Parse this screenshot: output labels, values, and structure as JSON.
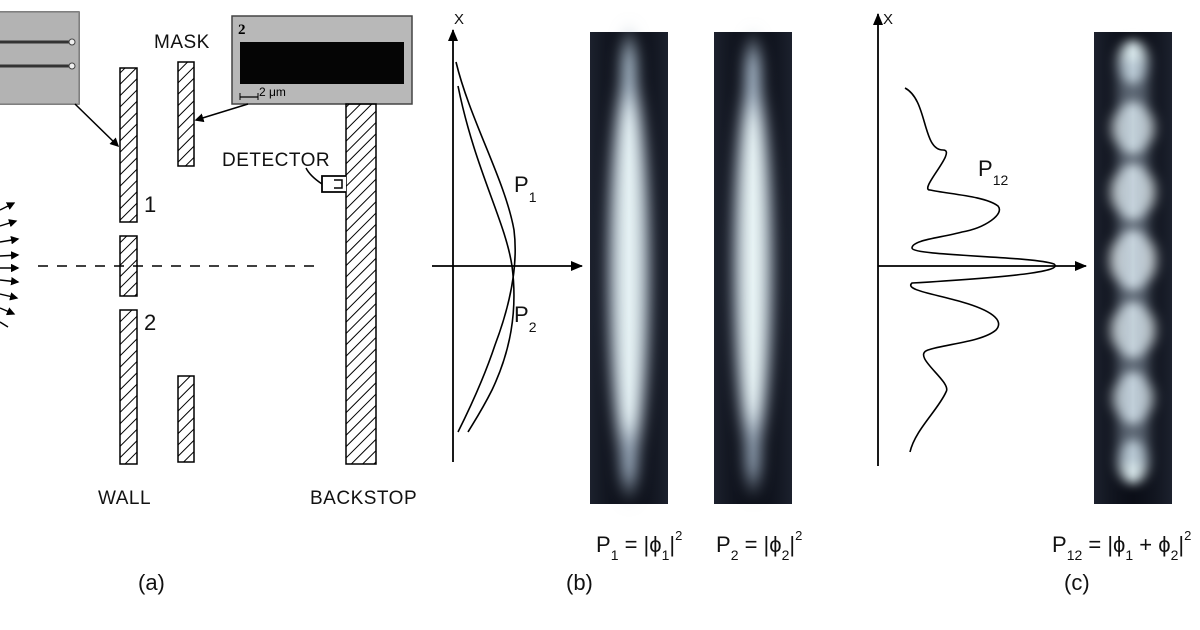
{
  "panel_a": {
    "caption": "(a)",
    "mask_label": "MASK",
    "detector_label": "DETECTOR",
    "wall_label": "WALL",
    "backstop_label": "BACKSTOP",
    "slit_1": "1",
    "slit_2": "2",
    "inset_number": "2",
    "scale_bar": "2 μm"
  },
  "panel_b": {
    "caption": "(b)",
    "axis_label": "X",
    "curve_1_label": "P",
    "curve_1_sub": "1",
    "curve_2_label": "P",
    "curve_2_sub": "2",
    "eq_1": {
      "lhs": "P",
      "lhs_sub": "1",
      "mid": " = |ϕ",
      "mid_sub": "1",
      "end": "|",
      "sup": "2"
    },
    "eq_2": {
      "lhs": "P",
      "lhs_sub": "2",
      "mid": " = |ϕ",
      "mid_sub": "2",
      "end": "|",
      "sup": "2"
    }
  },
  "panel_c": {
    "caption": "(c)",
    "axis_label": "X",
    "curve_label": "P",
    "curve_sub": "12",
    "eq": {
      "lhs": "P",
      "lhs_sub": "12",
      "a": " = |ϕ",
      "a_sub": "1",
      "b": " + ϕ",
      "b_sub": "2",
      "end": "|",
      "sup": "2"
    }
  }
}
